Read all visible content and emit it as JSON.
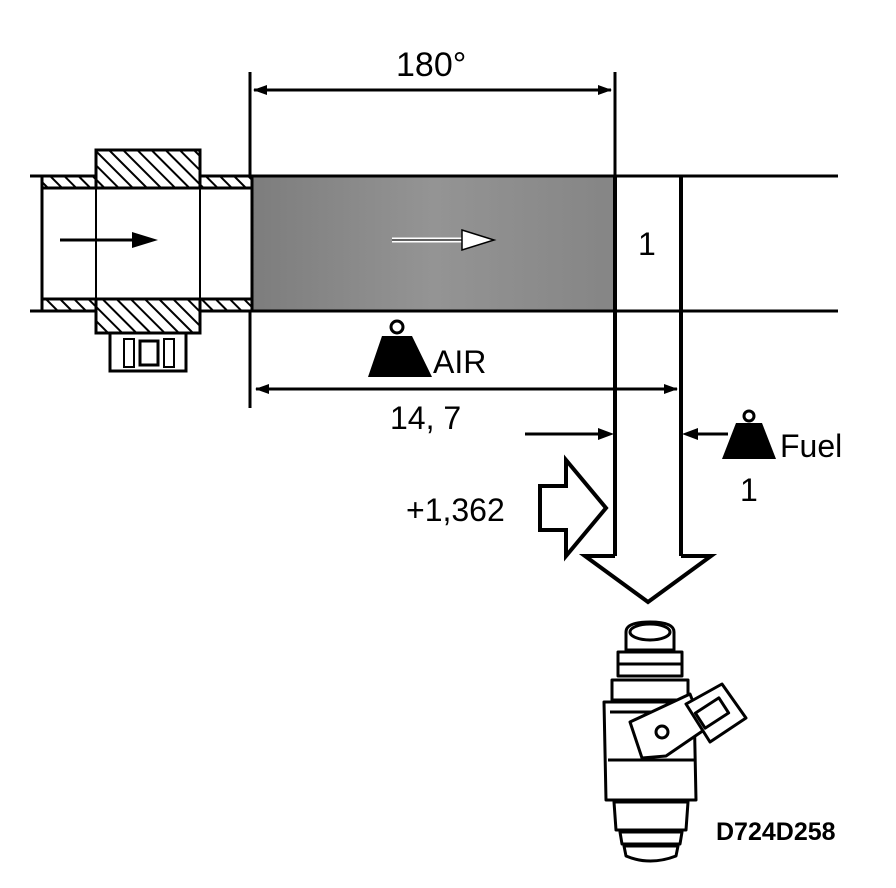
{
  "diagram": {
    "angle_label": "180°",
    "zone_number": "1",
    "air_label": "AIR",
    "air_ratio": "14, 7",
    "fuel_label": "Fuel",
    "fuel_ratio": "1",
    "correction_label": "+1,362",
    "figure_code": "D724D258",
    "icons": [
      "weight-air-icon",
      "weight-fuel-icon",
      "fuel-injector-icon",
      "air-mass-sensor-icon"
    ],
    "colors": {
      "ink": "#000000",
      "air_fill": "#8a8a8a",
      "paper": "#ffffff"
    }
  }
}
